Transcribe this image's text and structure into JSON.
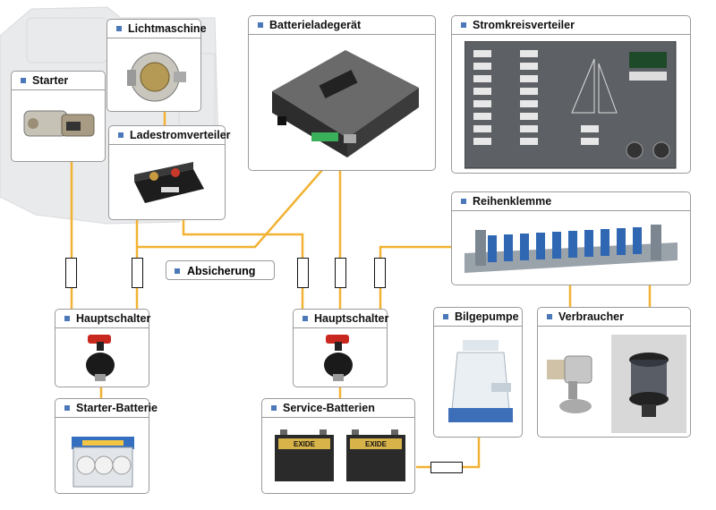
{
  "colors": {
    "wire": "#f2b233",
    "accent": "#4a78b8",
    "border": "#9a9a9a"
  },
  "labels": {
    "lichtmaschine": "Lichtmaschine",
    "starter": "Starter",
    "ladestromverteiler": "Ladestromverteiler",
    "batterieladegeraet": "Batterieladegerät",
    "stromkreisverteiler": "Stromkreisverteiler",
    "reihenklemme": "Reihenklemme",
    "absicherung": "Absicherung",
    "hauptschalter_left": "Hauptschalter",
    "hauptschalter_mid": "Hauptschalter",
    "bilgepumpe": "Bilgepumpe",
    "verbraucher": "Verbraucher",
    "starter_batterie": "Starter-Batterie",
    "service_batterien": "Service-Batterien"
  },
  "battery_brand": "EXIDE"
}
